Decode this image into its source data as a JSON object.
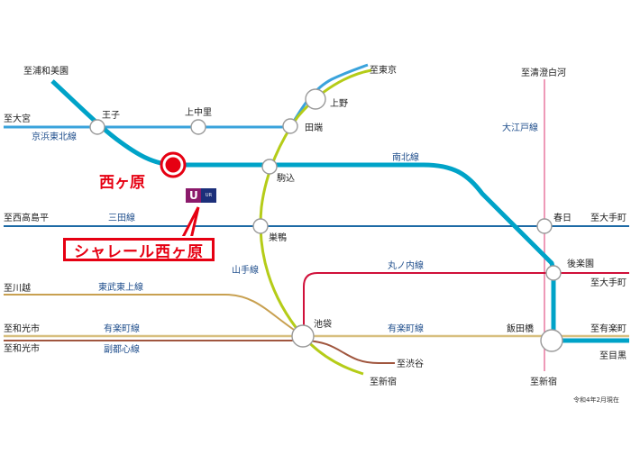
{
  "map": {
    "featured_station": "西ヶ原",
    "property_name": "シャレール西ヶ原",
    "logo_text": "UR",
    "date_note": "令和4年2月現在",
    "colors": {
      "keihin_tohoku": "#3aa3dc",
      "namboku": "#00a3c8",
      "yamanote": "#b5cc18",
      "mita": "#1d6aa5",
      "oedo": "#e878a0",
      "marunouchi": "#d0103a",
      "tobu_tojo": "#c8a050",
      "yurakucho": "#d8c080",
      "fukutoshin": "#a0563e",
      "featured_red": "#e60012",
      "line_label": "#1f4e8c"
    }
  },
  "stations": {
    "oji": "王子",
    "kami_nakazato": "上中里",
    "tabata": "田端",
    "ueno": "上野",
    "komagome": "駒込",
    "sugamo": "巣鴨",
    "ikebukuro": "池袋",
    "kasuga": "春日",
    "korakuen": "後楽園",
    "iidabashi": "飯田橋"
  },
  "lines": {
    "keihin_tohoku": "京浜東北線",
    "namboku": "南北線",
    "mita": "三田線",
    "yamanote": "山手線",
    "oedo": "大江戸線",
    "marunouchi": "丸ノ内線",
    "tobu_tojo": "東武東上線",
    "yurakucho_west": "有楽町線",
    "yurakucho_east": "有楽町線",
    "fukutoshin": "副都心線"
  },
  "directions": {
    "urawa_misono": "至浦和美園",
    "omiya": "至大宮",
    "tokyo": "至東京",
    "kiyosumi_shirakawa": "至清澄白河",
    "nishitakashimadaira": "至西高島平",
    "otemachi_mita": "至大手町",
    "otemachi_marunouchi": "至大手町",
    "kawagoe": "至川越",
    "wakoshi_yurakucho": "至和光市",
    "wakoshi_fukutoshin": "至和光市",
    "yurakucho": "至有楽町",
    "meguro": "至目黒",
    "shibuya": "至渋谷",
    "shinjuku_yamanote": "至新宿",
    "shinjuku_oedo": "至新宿"
  }
}
